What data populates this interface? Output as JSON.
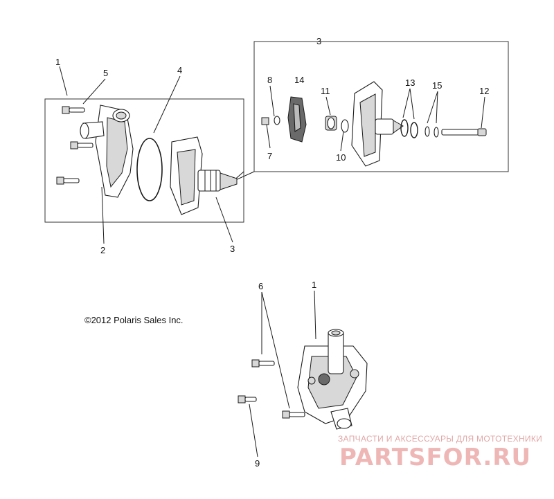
{
  "copyright": "©2012 Polaris Sales Inc.",
  "watermark": {
    "line1": "ЗАПЧАСТИ И АКСЕССУАРЫ ДЛЯ МОТОТЕХНИКИ",
    "line2": "PARTSFOR.RU",
    "color": "#efb6b6"
  },
  "callouts": {
    "c1_top": "1",
    "c5": "5",
    "c4": "4",
    "c2": "2",
    "c3_lower": "3",
    "c3_box": "3",
    "c8": "8",
    "c14": "14",
    "c11": "11",
    "c13": "13",
    "c15": "15",
    "c12": "12",
    "c7": "7",
    "c10": "10",
    "c6": "6",
    "c1_bottom": "1",
    "c9": "9"
  }
}
